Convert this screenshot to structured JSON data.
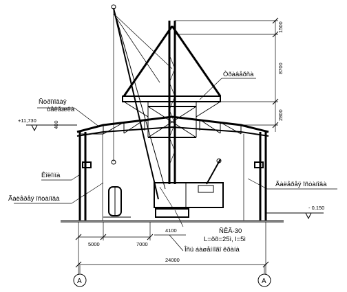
{
  "labels": {
    "crane_top": "Òðàâåðñà",
    "trolley_line1": "Ñòðîïîâàÿ",
    "trolley_line2": "òåëåæêà",
    "column": "Êîëîííà",
    "crane_left": "Ãàëåðåÿ îñòàíîâà",
    "crane_right": "Ãàëåðåÿ îñòàíîâà",
    "machine": "ÑÊÃ-30",
    "machine_params": "L=õõ=25ì, l=5ì",
    "tower_label": "Îñü áàøåííîãî êðàíà"
  },
  "elevations": {
    "left_top": "+11,730",
    "right_bottom": "- 0,150"
  },
  "dimensions": {
    "top_height": "1500",
    "mid_height": "8700",
    "lower_height": "2800",
    "side_400": "400",
    "crane_width": "4100",
    "left_span": "5000",
    "mid_span": "7000",
    "total_span": "24000"
  },
  "axes": {
    "left": "A",
    "right": "A"
  }
}
